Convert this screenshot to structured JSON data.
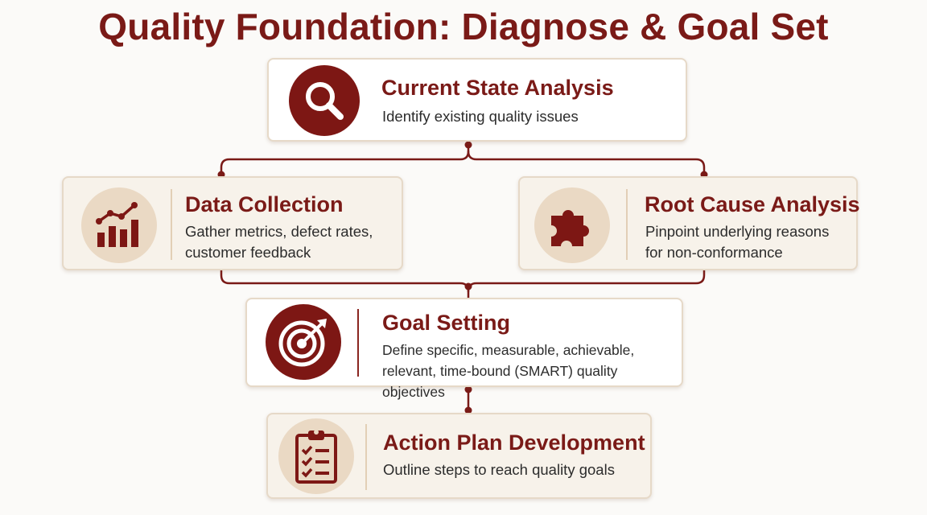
{
  "title": "Quality Foundation: Diagnose & Goal Set",
  "nodes": {
    "current_state": {
      "title": "Current State Analysis",
      "description": "Identify existing quality issues",
      "icon": "magnifier-icon"
    },
    "data_collection": {
      "title": "Data Collection",
      "description": "Gather metrics, defect rates,\ncustomer feedback",
      "icon": "bar-chart-icon"
    },
    "root_cause": {
      "title": "Root Cause Analysis",
      "description": "Pinpoint underlying reasons\nfor non-conformance",
      "icon": "puzzle-icon"
    },
    "goal_setting": {
      "title": "Goal Setting",
      "description": "Define specific, measurable, achievable,\nrelevant, time-bound (SMART) quality objectives",
      "icon": "target-icon"
    },
    "action_plan": {
      "title": "Action Plan Development",
      "description": "Outline steps to reach quality goals",
      "icon": "clipboard-checklist-icon"
    }
  },
  "colors": {
    "brand": "#7a1a17",
    "icon_dark_bg": "#7d1714",
    "icon_light_bg": "#ead9c4",
    "border": "#e6d9c8",
    "connector": "#7a1a17"
  }
}
